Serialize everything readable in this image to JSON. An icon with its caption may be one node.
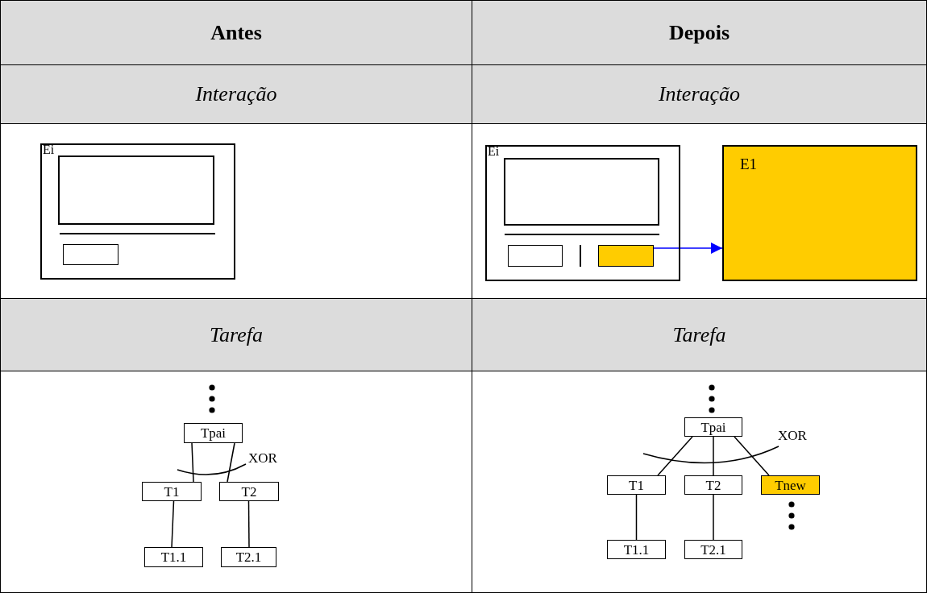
{
  "diagram": {
    "nodes": [
      {
        "text": [
          "Ei"
        ]
      },
      {
        "text": [],
        "shape": "box",
        "in": 0
      },
      {
        "text": [],
        "shape": "box",
        "in": 0
      },
      {
        "text": [
          "Ei"
        ]
      },
      {
        "text": [],
        "shape": "box",
        "in": 3
      },
      {
        "text": [],
        "shape": "box",
        "in": 3
      },
      {
        "text": [],
        "shape": "box",
        "in": 3
      },
      {
        "text": [
          "E1"
        ]
      },
      {
        "text": [
          "Tpai"
        ]
      },
      {
        "text": [
          "T1"
        ]
      },
      {
        "text": [
          "T2"
        ]
      },
      {
        "text": [
          "T1.1"
        ]
      },
      {
        "text": [
          "T2.1"
        ]
      },
      {
        "text": [
          "Tpai"
        ]
      },
      {
        "text": [
          "T1"
        ]
      },
      {
        "text": [
          "T2"
        ]
      },
      {
        "text": [
          "Tnew"
        ]
      },
      {
        "text": [
          "T1.1"
        ]
      },
      {
        "text": [
          "T2.1"
        ]
      }
    ],
    "edges": [
      {
        "from": 6,
        "to": 7,
        "arrow": "to",
        "color": "#0000ff"
      },
      {
        "from": 8,
        "to": 9,
        "arrow": "none"
      },
      {
        "from": 8,
        "to": 10,
        "arrow": "none"
      },
      {
        "from": 9,
        "to": 11,
        "arrow": "none"
      },
      {
        "from": 10,
        "to": 12,
        "arrow": "none"
      },
      {
        "from": 13,
        "to": 14,
        "arrow": "none"
      },
      {
        "from": 13,
        "to": 15,
        "arrow": "none"
      },
      {
        "from": 13,
        "to": 16,
        "arrow": "none"
      },
      {
        "from": 14,
        "to": 17,
        "arrow": "none"
      },
      {
        "from": 15,
        "to": 18,
        "arrow": "none"
      }
    ],
    "labels": [
      "Antes",
      "Depois",
      "Interação",
      "Interação",
      "Tarefa",
      "Tarefa",
      "XOR",
      "XOR"
    ]
  }
}
